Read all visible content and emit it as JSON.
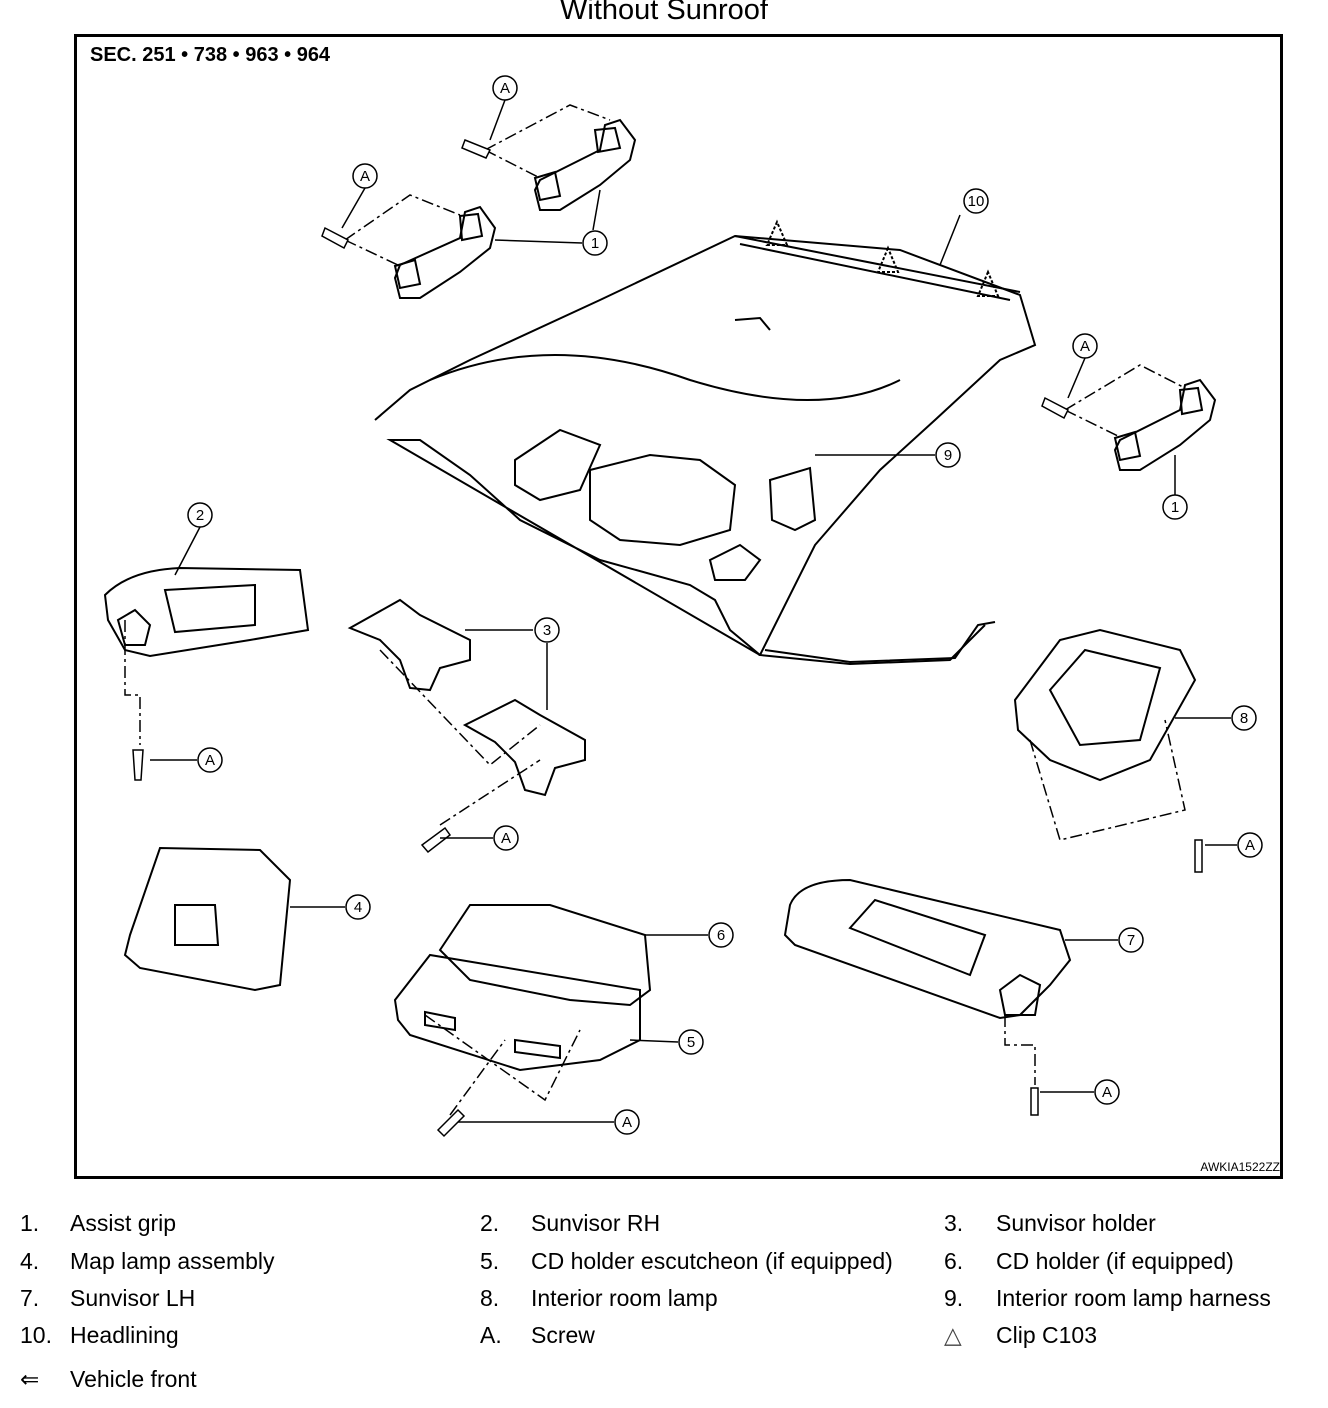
{
  "title": "Without Sunroof",
  "section": "SEC. 251 • 738 • 963 • 964",
  "figure_code": "AWKIA1522ZZ",
  "callouts": {
    "c1": "1",
    "c2": "2",
    "c3": "3",
    "c4": "4",
    "c5": "5",
    "c6": "6",
    "c7": "7",
    "c8": "8",
    "c9": "9",
    "c10": "10",
    "cA": "A"
  },
  "legend": [
    {
      "num": "1.",
      "text": "Assist grip"
    },
    {
      "num": "2.",
      "text": "Sunvisor RH"
    },
    {
      "num": "3.",
      "text": "Sunvisor holder"
    },
    {
      "num": "4.",
      "text": "Map lamp assembly"
    },
    {
      "num": "5.",
      "text": "CD holder escutcheon (if equipped)"
    },
    {
      "num": "6.",
      "text": "CD holder (if equipped)"
    },
    {
      "num": "7.",
      "text": "Sunvisor LH"
    },
    {
      "num": "8.",
      "text": "Interior room lamp"
    },
    {
      "num": "9.",
      "text": "Interior room lamp harness"
    },
    {
      "num": "10.",
      "text": "Headlining"
    },
    {
      "num": "A.",
      "text": "Screw"
    },
    {
      "num": "△",
      "text": "Clip C103"
    },
    {
      "num": "⇐",
      "text": "Vehicle front"
    }
  ]
}
